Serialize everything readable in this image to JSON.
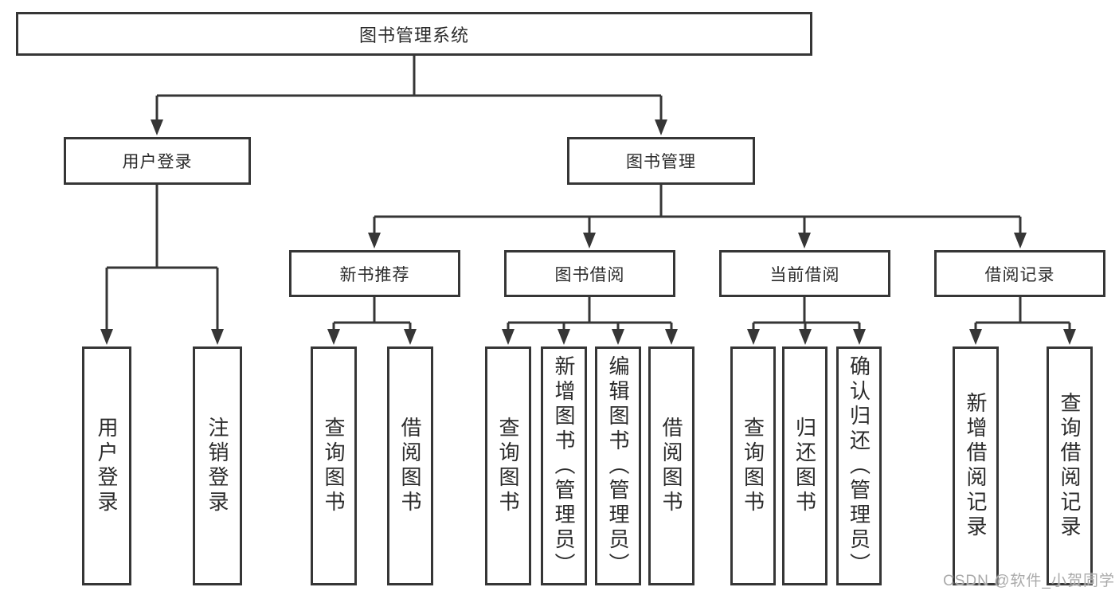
{
  "colors": {
    "line": "#363636",
    "box_border": "#363636",
    "box_background": "#ffffff",
    "text": "#2b2b2b",
    "watermark": "#aaaaaa"
  },
  "tree": {
    "root": {
      "label": "图书管理系统"
    },
    "user_login": {
      "label": "用户登录",
      "children": {
        "login": {
          "label": "用户登录"
        },
        "logout": {
          "label": "注销登录"
        }
      }
    },
    "book_mgmt": {
      "label": "图书管理",
      "children": {
        "new_books": {
          "label": "新书推荐",
          "children": {
            "query": {
              "label": "查询图书"
            },
            "borrow": {
              "label": "借阅图书"
            }
          }
        },
        "borrowing": {
          "label": "图书借阅",
          "children": {
            "query": {
              "label": "查询图书"
            },
            "add": {
              "label": "新增图书（管理员）"
            },
            "edit": {
              "label": "编辑图书（管理员）"
            },
            "borrow": {
              "label": "借阅图书"
            }
          }
        },
        "current": {
          "label": "当前借阅",
          "children": {
            "query": {
              "label": "查询图书"
            },
            "return": {
              "label": "归还图书"
            },
            "confirm": {
              "label": "确认归还（管理员）"
            }
          }
        },
        "records": {
          "label": "借阅记录",
          "children": {
            "add": {
              "label": "新增借阅记录"
            },
            "query": {
              "label": "查询借阅记录"
            }
          }
        }
      }
    }
  },
  "watermark": "CSDN @软件_小贺同学"
}
